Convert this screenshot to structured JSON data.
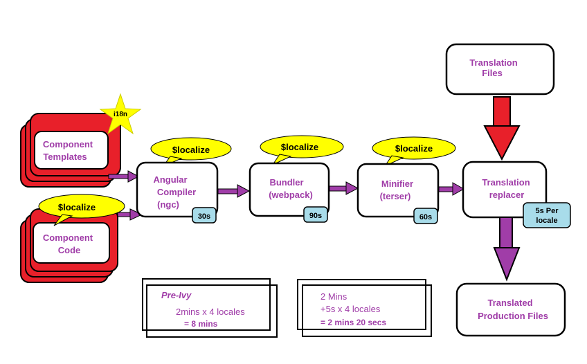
{
  "nodes": {
    "component_templates": {
      "line1": "Component",
      "line2": "Templates"
    },
    "component_code": {
      "line1": "Component",
      "line2": "Code"
    },
    "i18n_badge": "i18n",
    "compiler": {
      "line1": "Angular",
      "line2": "Compiler",
      "line3": "(ngc)",
      "time": "30s",
      "bubble": "$localize"
    },
    "bundler": {
      "line1": "Bundler",
      "line2": "(webpack)",
      "time": "90s",
      "bubble": "$localize"
    },
    "minifier": {
      "line1": "Minifier",
      "line2": "(terser)",
      "time": "60s",
      "bubble": "$localize"
    },
    "code_bubble": "$localize",
    "replacer": {
      "line1": "Translation",
      "line2": "replacer",
      "time_line1": "5s Per",
      "time_line2": "locale"
    },
    "translation_files": {
      "line1": "Translation",
      "line2": "Files"
    },
    "production_files": {
      "line1": "Translated",
      "line2": "Production Files"
    }
  },
  "notes": {
    "pre_ivy": {
      "title": "Pre-Ivy",
      "line1": "2mins x 4 locales",
      "line2": "= 8 mins"
    },
    "ivy": {
      "line1": "2 Mins",
      "line2": "+5s x 4 locales",
      "line3": "= 2 mins 20 secs"
    }
  },
  "colors": {
    "red": "#e8202a",
    "purple": "#a03da8",
    "yellow": "#ffff00",
    "timebox": "#a8dcea"
  }
}
